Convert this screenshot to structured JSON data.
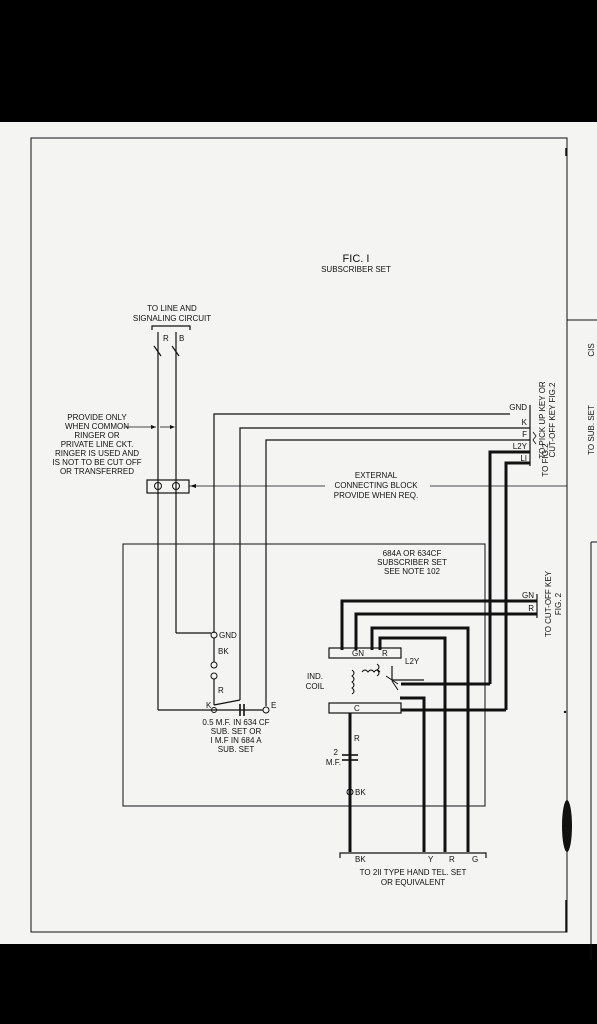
{
  "fig1": {
    "title": "FIC. I",
    "subtitle": "SUBSCRIBER SET"
  },
  "line_circuit": {
    "lines": [
      "TO LINE AND",
      "SIGNALING CIRCUIT"
    ],
    "r": "R",
    "b": "B"
  },
  "provide_note": [
    "PROVIDE ONLY",
    "WHEN COMMON",
    "RINGER OR",
    "PRIVATE LINE CKT.",
    "RINGER IS USED AND",
    "IS NOT TO BE CUT OFF",
    "OR TRANSFERRED"
  ],
  "top_terminals": {
    "gnd": "GND",
    "k": "K",
    "f": "F",
    "l2y": "L2Y",
    "l1": "LI"
  },
  "to_pickup": [
    "TO PICK UP KEY OR",
    "CUT-OFF KEY FIG.2"
  ],
  "to_fig2": "TO FIG.2",
  "external_block": [
    "EXTERNAL",
    "CONNECTING BLOCK",
    "PROVIDE WHEN REQ."
  ],
  "set_box": [
    "684A OR 634CF",
    "SUBSCRIBER SET",
    "SEE NOTE 102"
  ],
  "cutoff_terminals": {
    "gn": "GN",
    "r": "R"
  },
  "to_cutoff": [
    "TO CUT-OFF KEY",
    "FIG. 2"
  ],
  "ringer": {
    "gnd": "GND",
    "bk": "BK",
    "r": "R",
    "k": "K",
    "e": "E"
  },
  "capacitor_note": [
    "0.5 M.F. IN 634 CF",
    "SUB. SET OR",
    "I M.F IN 684 A",
    "SUB. SET"
  ],
  "ind_coil": [
    "IND.",
    "COIL"
  ],
  "coil_terminals": {
    "gn": "GN",
    "r": "R",
    "c": "C",
    "l2y": "L2Y"
  },
  "lower": {
    "r": "R",
    "mf_value": "2",
    "mf_unit": "M.F.",
    "bk": "BK"
  },
  "handset_wires": {
    "bk": "BK",
    "y": "Y",
    "r": "R",
    "g": "G"
  },
  "handset_note": [
    "TO 2II TYPE HAND TEL. SET",
    "OR EQUIVALENT"
  ],
  "right_edge": {
    "to_sub_set": "TO SUB. SET",
    "partial": "CIS"
  }
}
